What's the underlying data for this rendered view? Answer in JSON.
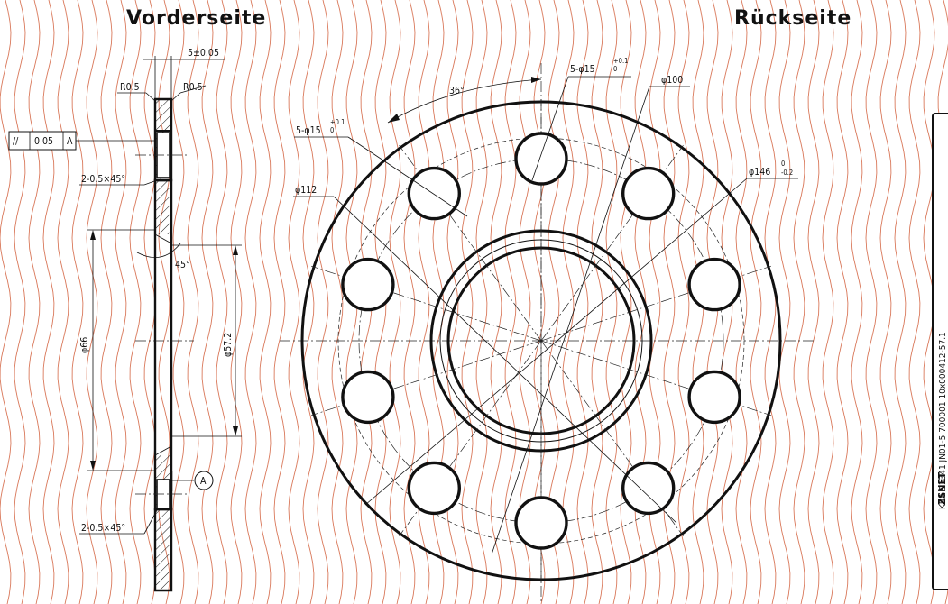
{
  "headings": {
    "front": "Vorderseite",
    "back": "Rückseite"
  },
  "front_dims": {
    "thickness": "5±0.05",
    "radius_left": "R0.5",
    "radius_right": "R0.5",
    "tolerance_symbol": "//",
    "tolerance_value": "0.05",
    "tolerance_datum": "A",
    "chamfer_top": "2-0.5×45°",
    "angle": "45°",
    "diameter_outer": "φ66",
    "diameter_inner": "φ57.2",
    "datum_label": "A",
    "chamfer_bottom": "2-0.5×45°"
  },
  "back_dims": {
    "angle": "36°",
    "holes_top": "5-φ15",
    "holes_top_tol": "+0.1",
    "holes_top_tol_low": "0",
    "holes_left": "5-φ15",
    "holes_left_tol": "+0.1",
    "holes_left_tol_low": "0",
    "diameter_100": "φ100",
    "diameter_112": "φ112",
    "diameter_146": "φ146",
    "diameter_146_tol_up": "0",
    "diameter_146_tol_low": "-0.2"
  },
  "title_block": {
    "text": "KBA 91341 JN01-5 700001 10x000412-57.1",
    "logo": "ZSNET"
  },
  "colors": {
    "wave": "#d9785a",
    "line": "#111111"
  },
  "hole_count": 10
}
